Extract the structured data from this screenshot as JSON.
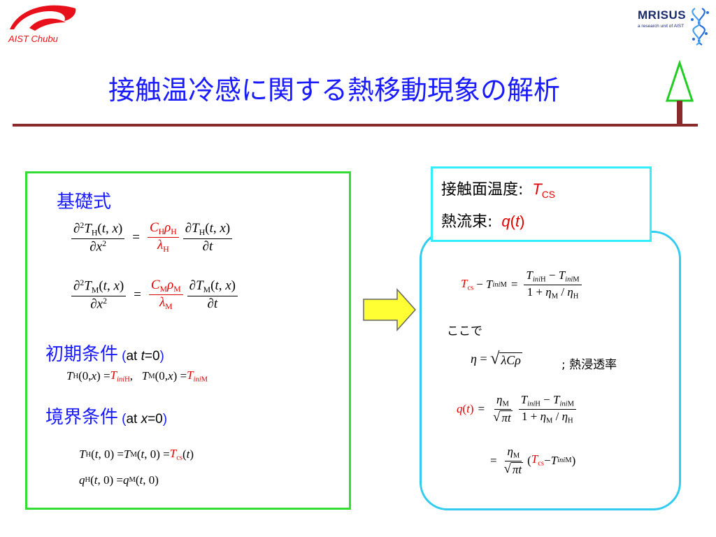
{
  "header": {
    "logo_left_text": "AIST Chubu",
    "logo_right_title": "MRISUS",
    "logo_right_sub": "a research unit of AIST",
    "title": "接触温冷感に関する熱移動現象の解析"
  },
  "left_panel": {
    "basic_heading": "基礎式",
    "initial_heading": "初期条件",
    "initial_at": "(at t=0)",
    "boundary_heading": "境界条件",
    "boundary_at": "(at x=0)"
  },
  "right_panel": {
    "surface_temp_label": "接触面温度:",
    "surface_temp_symbol": "TCS",
    "heat_flux_label": "熱流束:",
    "heat_flux_symbol": "q(t)",
    "koko_de": "ここで",
    "effusivity_label": "; 熱浸透率"
  },
  "colors": {
    "accent_blue": "#1a1aff",
    "left_box_border": "#33dd33",
    "right_box_border": "#33ccee",
    "arrow_fill": "#ffff33",
    "title_rule": "#8b2a2a",
    "tree_green": "#22cc22",
    "highlight_red": "#e00000"
  }
}
